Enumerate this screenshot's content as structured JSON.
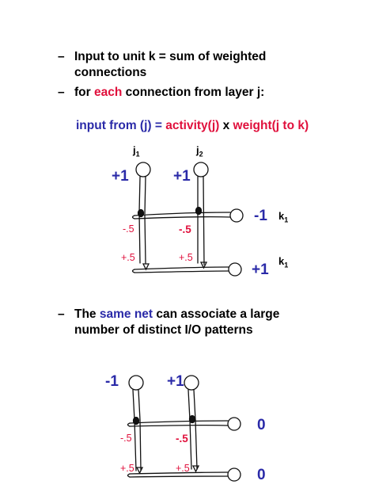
{
  "bullets": [
    {
      "dash": "–",
      "line1": "Input to unit k = sum of weighted",
      "line2": "connections"
    },
    {
      "dash": "–",
      "pre": "for ",
      "highlight": "each",
      "post": " connection from layer j:"
    },
    {
      "dash": "–",
      "pre": "The ",
      "highlight": "same net",
      "post": " can associate a large",
      "line2": "number of distinct I/O patterns"
    }
  ],
  "formula": {
    "input": "input from (j) =",
    "activity": "activity(j)",
    "times": "x",
    "weight": "weight(j to k)"
  },
  "diagram1": {
    "inputs": [
      {
        "name": "j",
        "sub": "1",
        "value": "+1"
      },
      {
        "name": "j",
        "sub": "2",
        "value": "+1"
      }
    ],
    "outputs": [
      {
        "value": "-1",
        "name": "k",
        "sub": "1"
      },
      {
        "value": "+1",
        "name": "k",
        "sub": "1"
      }
    ],
    "weights": [
      [
        "-.5",
        "-.5"
      ],
      [
        "+.5",
        "+.5"
      ]
    ]
  },
  "diagram2": {
    "inputs": [
      {
        "value": "-1"
      },
      {
        "value": "+1"
      }
    ],
    "outputs": [
      {
        "value": "0"
      },
      {
        "value": "0"
      }
    ],
    "weights": [
      [
        "-.5",
        "-.5"
      ],
      [
        "+.5",
        "+.5"
      ]
    ]
  },
  "colors": {
    "accent_red": "#e0103c",
    "accent_blue": "#2a2aa8"
  }
}
